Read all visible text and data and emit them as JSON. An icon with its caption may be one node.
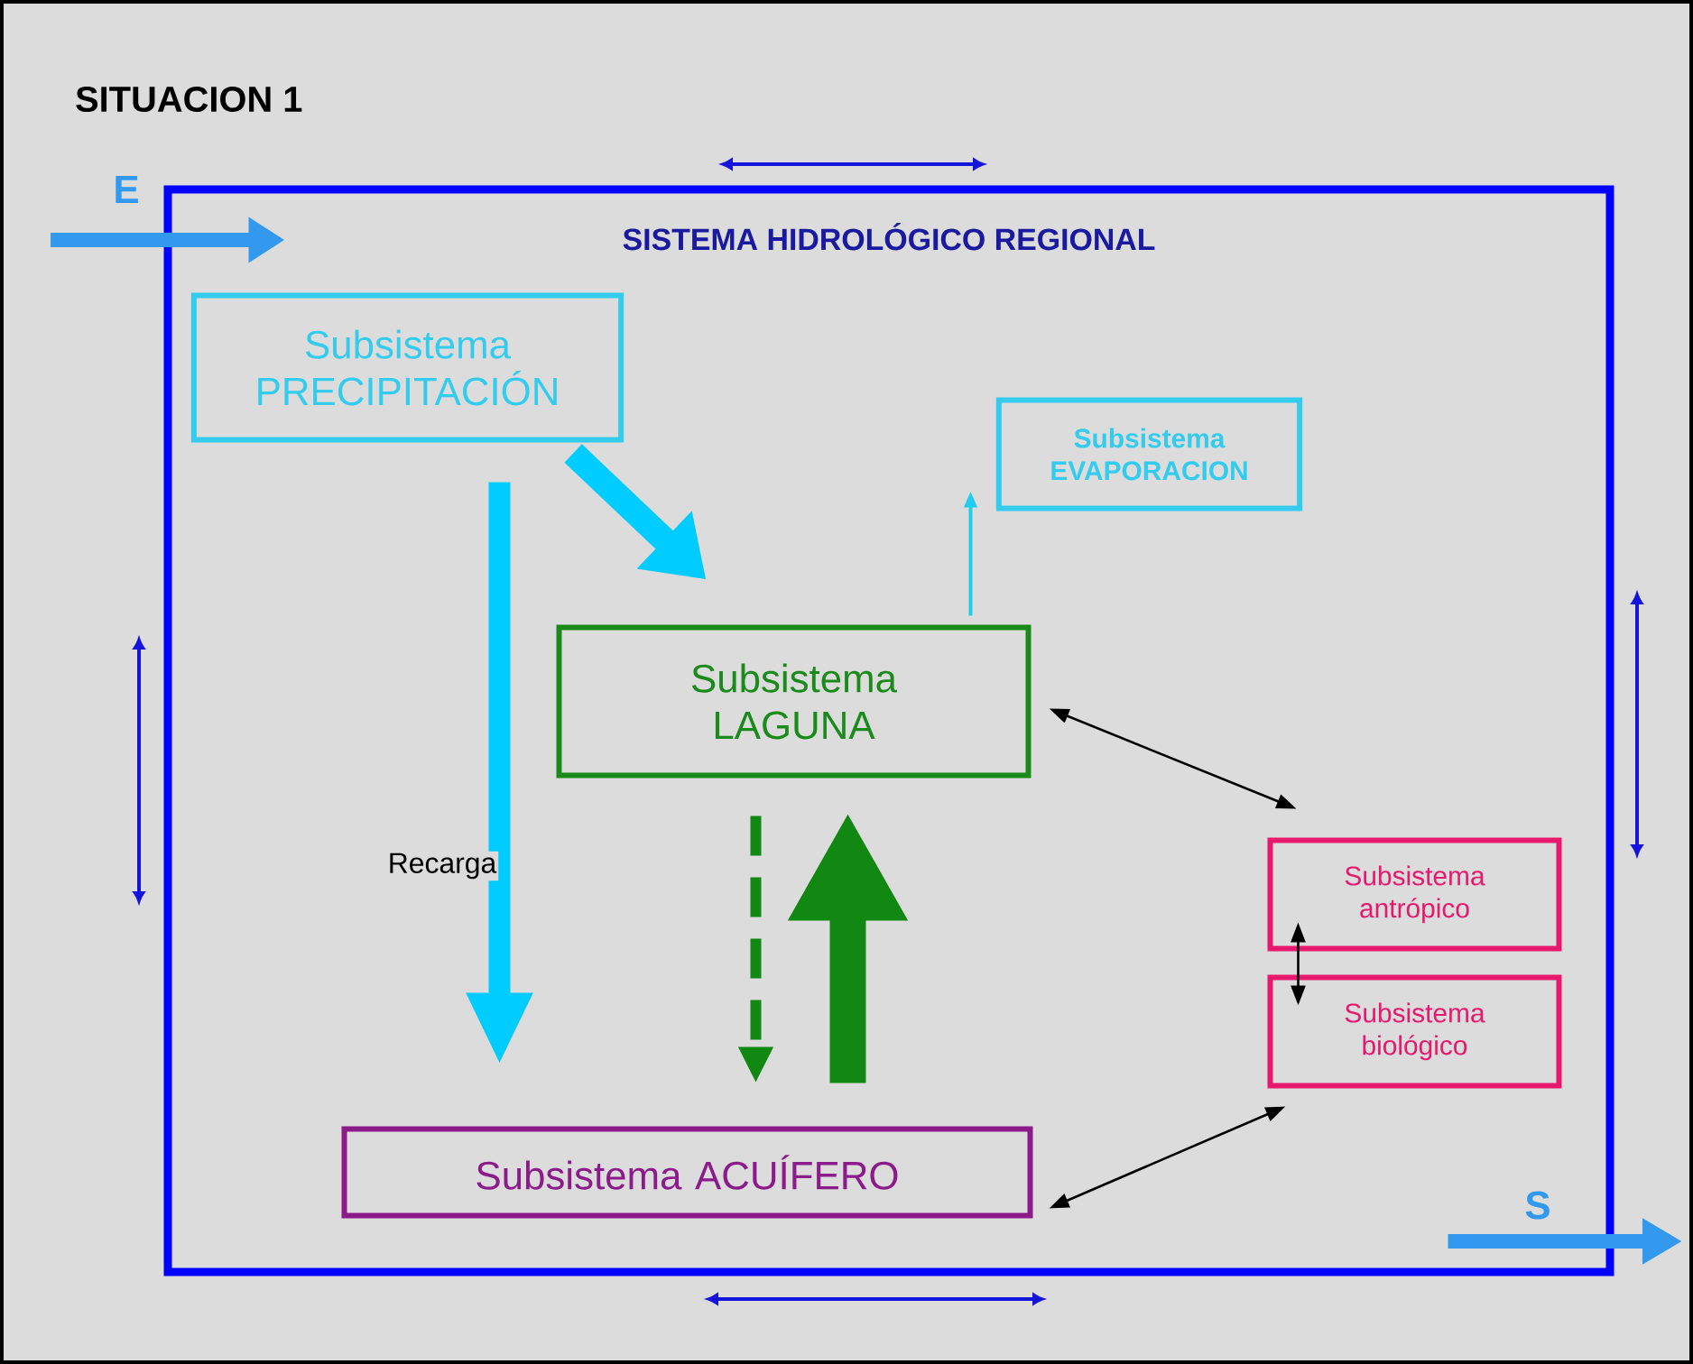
{
  "diagram": {
    "title": "SITUACION 1",
    "nodes": [
      {
        "text": [
          "SISTEMA HIDROLÓGICO REGIONAL"
        ]
      },
      {
        "text": [
          "Subsistema PRECIPITACIÓN"
        ],
        "in": 0
      },
      {
        "text": [
          "Subsistema EVAPORACION"
        ],
        "in": 0
      },
      {
        "text": [
          "Subsistema LAGUNA"
        ],
        "in": 0
      },
      {
        "text": [
          "Subsistema antrópico"
        ],
        "in": 0
      },
      {
        "text": [
          "Subsistema biológico"
        ],
        "in": 0
      },
      {
        "text": [
          "Subsistema ACUÍFERO"
        ],
        "in": 0
      }
    ],
    "edges": [
      {
        "from": null,
        "to": 0,
        "arrow": "to",
        "label": "E",
        "color": "#3399ee"
      },
      {
        "from": 0,
        "to": null,
        "arrow": "to",
        "label": "S",
        "color": "#3399ee"
      },
      {
        "from": 1,
        "to": 3,
        "arrow": "to",
        "style": "thick",
        "color": "#00ccff"
      },
      {
        "from": 1,
        "to": 6,
        "arrow": "to",
        "label": "Recarga",
        "style": "thick",
        "color": "#00ccff"
      },
      {
        "from": 3,
        "to": 2,
        "arrow": "to",
        "color": "#22ccee"
      },
      {
        "from": 3,
        "to": 4,
        "arrow": "both"
      },
      {
        "from": 4,
        "to": 5,
        "arrow": "both"
      },
      {
        "from": 6,
        "to": 5,
        "arrow": "both"
      },
      {
        "from": 3,
        "to": 6,
        "arrow": "to",
        "style": "dashed",
        "color": "#118811"
      },
      {
        "from": 6,
        "to": 3,
        "arrow": "to",
        "style": "thick",
        "color": "#118811"
      }
    ]
  }
}
